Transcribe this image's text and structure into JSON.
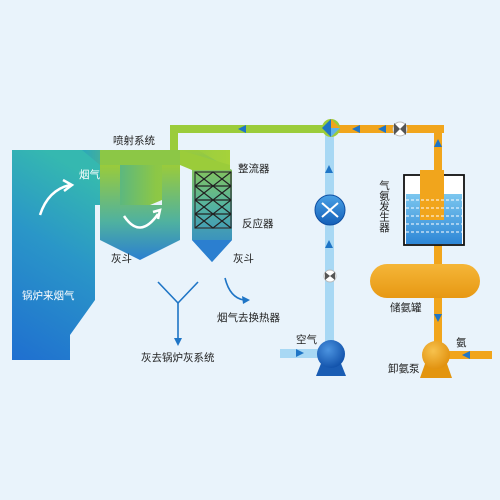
{
  "labels": {
    "spray_system": "喷射系统",
    "flue_gas": "烟气",
    "rectifier": "整流器",
    "reactor": "反应器",
    "ash_hopper_left": "灰斗",
    "ash_hopper_right": "灰斗",
    "boiler_flue_gas": "锅炉来烟气",
    "flue_to_heat_exchanger": "烟气去换热器",
    "ash_to_boiler_ash_system": "灰去锅炉灰系统",
    "ammonia_gasifier": "气氨发生器",
    "ammonia_storage_tank": "储氨罐",
    "air": "空气",
    "ammonia": "氨",
    "unloading_pump": "卸氨泵"
  },
  "colors": {
    "background": "#e9f3fb",
    "boiler_bottom": "#1e6fd0",
    "boiler_top": "#2fb3b5",
    "green": "#9bcc3a",
    "air_pipe": "#a8d8f4",
    "ammonia_pipe": "#f1a51c",
    "arrow_blue": "#1f75c6"
  }
}
